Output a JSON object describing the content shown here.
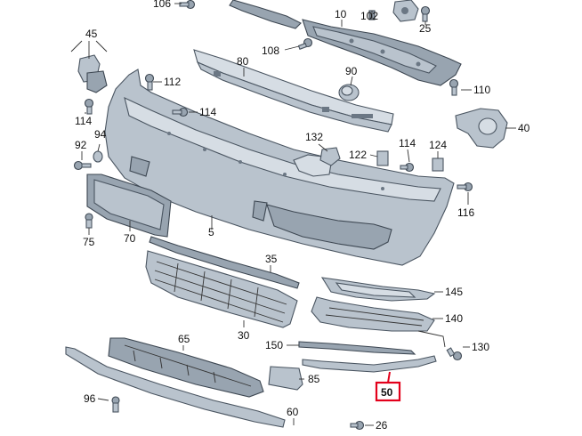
{
  "diagram": {
    "highlight_color": "#e3001b",
    "part_color": "#b9c3cd",
    "labels": {
      "p106": "106",
      "p10": "10",
      "p102": "102",
      "p25": "25",
      "p45": "45",
      "p108": "108",
      "p80": "80",
      "p90": "90",
      "p110": "110",
      "p112": "112",
      "p114a": "114",
      "p114b": "114",
      "p40": "40",
      "p92": "92",
      "p94": "94",
      "p132": "132",
      "p122": "122",
      "p114c": "114",
      "p124": "124",
      "p116": "116",
      "p75": "75",
      "p70": "70",
      "p5": "5",
      "p35": "35",
      "p145": "145",
      "p140": "140",
      "p30": "30",
      "p65": "65",
      "p150": "150",
      "p130": "130",
      "p85": "85",
      "p50": "50",
      "p96": "96",
      "p60": "60",
      "p26": "26"
    }
  }
}
